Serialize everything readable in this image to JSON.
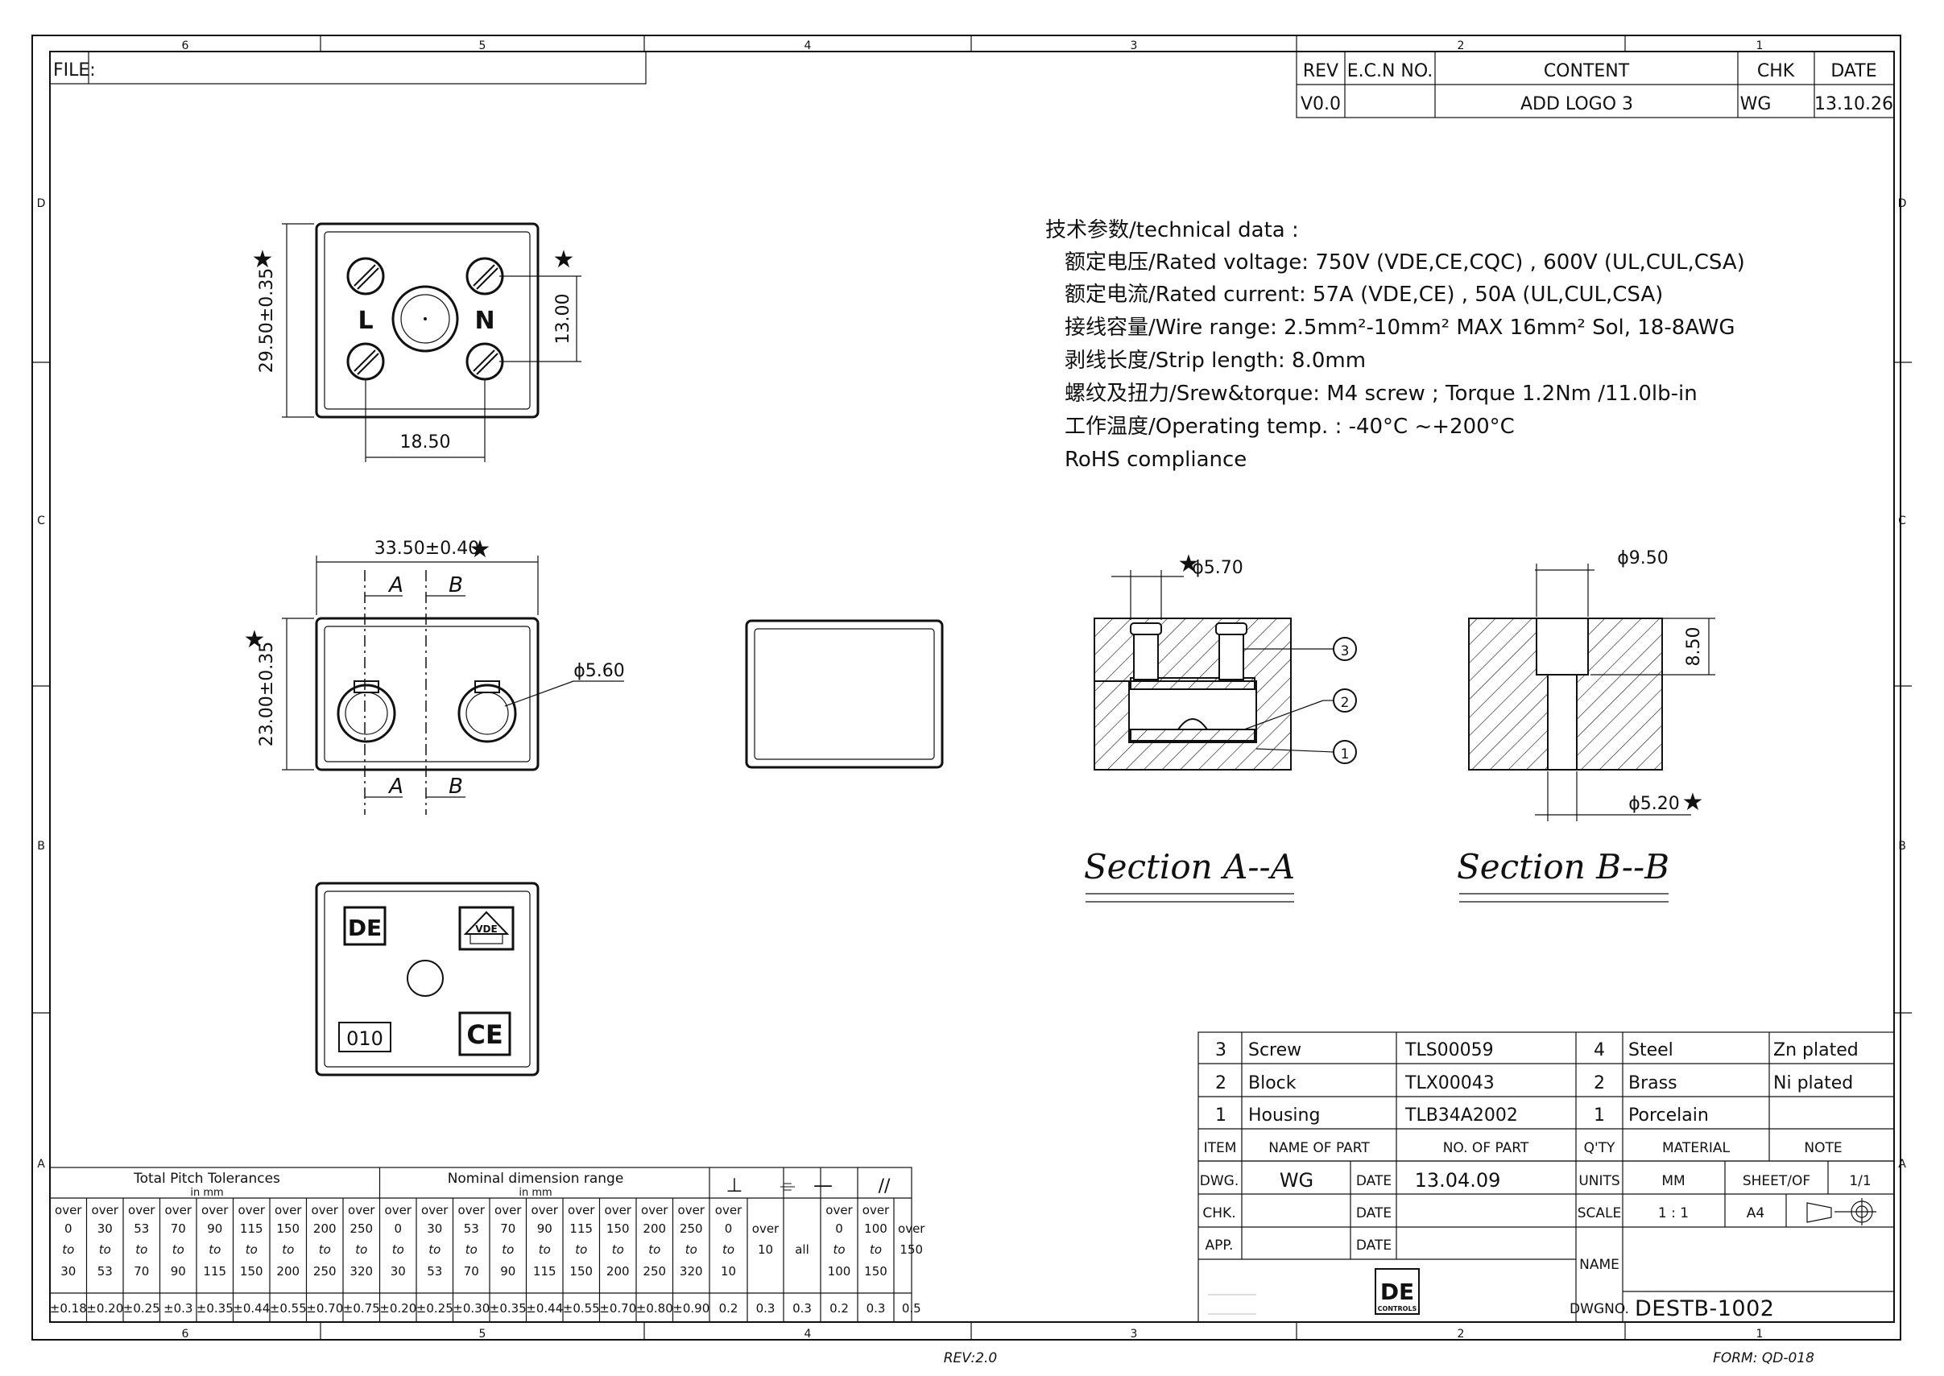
{
  "zones": {
    "columns": [
      "6",
      "5",
      "4",
      "3",
      "2",
      "1"
    ],
    "rows": [
      "D",
      "C",
      "B",
      "A"
    ]
  },
  "file_label": "FILE:",
  "revision_table": {
    "headers": {
      "rev": "REV",
      "ecn": "E.C.N NO.",
      "content": "CONTENT",
      "chk": "CHK",
      "date": "DATE"
    },
    "rows": [
      {
        "rev": "V0.0",
        "ecn": "",
        "content": "ADD  LOGO 3",
        "chk": "WG",
        "date": "13.10.26"
      }
    ]
  },
  "technical_data": {
    "title": "技术参数/technical data :",
    "lines": [
      "额定电压/Rated voltage: 750V  (VDE,CE,CQC) ,  600V  (UL,CUL,CSA)",
      "额定电流/Rated current: 57A   (VDE,CE) ,  50A (UL,CUL,CSA)",
      "接线容量/Wire range: 2.5mm²-10mm² MAX 16mm² Sol, 18-8AWG",
      "剥线长度/Strip length: 8.0mm",
      "螺纹及扭力/Srew&torque: M4 screw ; Torque 1.2Nm /11.0lb-in",
      "工作温度/Operating temp. : -40°C ~+200°C",
      "RoHS compliance"
    ]
  },
  "top_view": {
    "label_l": "L",
    "label_n": "N",
    "dim_height": "29.50±0.35",
    "dim_screw_v": "13.00",
    "dim_screw_h": "18.50",
    "star": "★"
  },
  "front_view": {
    "dim_width": "33.50±0.40",
    "dim_height": "23.00±0.35",
    "dim_hole": "ϕ5.60",
    "cut_a": "A",
    "cut_b": "B"
  },
  "bottom_view": {
    "logo_de": "DE",
    "code": "010",
    "ce_mark": "CE",
    "vde_mark": "VDE"
  },
  "section_aa": {
    "title": "Section A--A",
    "dim": "ϕ5.70",
    "balloons": [
      "3",
      "2",
      "1"
    ]
  },
  "section_bb": {
    "title": "Section B--B",
    "dim_top": "ϕ9.50",
    "dim_depth": "8.50",
    "dim_bottom": "ϕ5.20"
  },
  "tolerance_table": {
    "pitch_title": "Total Pitch Tolerances",
    "pitch_unit": "in mm",
    "nominal_title": "Nominal dimension range",
    "nominal_unit": "in mm",
    "over_label": "over",
    "to_label": "to",
    "all_label": "all",
    "symbols": [
      "⊥",
      "⌯",
      "—",
      "//"
    ],
    "pitch_from": [
      "0",
      "30",
      "53",
      "70",
      "90",
      "115",
      "150",
      "200",
      "250"
    ],
    "pitch_to": [
      "30",
      "53",
      "70",
      "90",
      "115",
      "150",
      "200",
      "250",
      "320"
    ],
    "pitch_tol": [
      "±0.18",
      "±0.20",
      "±0.25",
      "±0.3",
      "±0.35",
      "±0.44",
      "±0.55",
      "±0.70",
      "±0.75"
    ],
    "nom_from": [
      "0",
      "30",
      "53",
      "70",
      "90",
      "115",
      "150",
      "200",
      "250"
    ],
    "nom_to": [
      "30",
      "53",
      "70",
      "90",
      "115",
      "150",
      "200",
      "250",
      "320"
    ],
    "nom_tol": [
      "±0.20",
      "±0.25",
      "±0.30",
      "±0.35",
      "±0.44",
      "±0.55",
      "±0.70",
      "±0.80",
      "±0.90"
    ],
    "geo_cols": [
      {
        "top": "over",
        "mid": "0",
        "bot": "10",
        "tol": "0.2"
      },
      {
        "top": "",
        "mid": "over",
        "bot": "10",
        "tol": "0.3"
      },
      {
        "top": "",
        "mid": "",
        "bot": "all",
        "tol": "0.3"
      },
      {
        "top": "over",
        "mid": "0",
        "bot": "100",
        "tol": "0.2"
      },
      {
        "top": "over",
        "mid": "100",
        "bot": "150",
        "tol": "0.3"
      },
      {
        "top": "",
        "mid": "over",
        "bot": "150",
        "tol": "0.5"
      }
    ]
  },
  "bom": {
    "rows": [
      {
        "item": "3",
        "name": "Screw",
        "no": "TLS00059",
        "qty": "4",
        "material": "Steel",
        "note": "Zn plated"
      },
      {
        "item": "2",
        "name": "Block",
        "no": "TLX00043",
        "qty": "2",
        "material": "Brass",
        "note": "Ni plated"
      },
      {
        "item": "1",
        "name": "Housing",
        "no": "TLB34A2002",
        "qty": "1",
        "material": "Porcelain",
        "note": ""
      }
    ],
    "headers": {
      "item": "ITEM",
      "name": "NAME  OF  PART",
      "no": "NO. OF  PART",
      "qty": "Q'TY",
      "material": "MATERIAL",
      "note": "NOTE"
    }
  },
  "title_block": {
    "dwg_label": "DWG.",
    "dwg_by": "WG",
    "date_label": "DATE",
    "dwg_date": "13.04.09",
    "units_label": "UNITS",
    "units": "MM",
    "sheet_label": "SHEET/OF",
    "sheet": "1/1",
    "chk_label": "CHK.",
    "scale_label": "SCALE",
    "scale": "1 : 1",
    "size": "A4",
    "app_label": "APP.",
    "name_label": "NAME",
    "logo": "DE",
    "logo_sub": "CONTROLS",
    "dwgno_label": "DWGNO.",
    "dwgno": "DESTB-1002"
  },
  "footer": {
    "rev": "REV:2.0",
    "form": "FORM: QD-018"
  }
}
